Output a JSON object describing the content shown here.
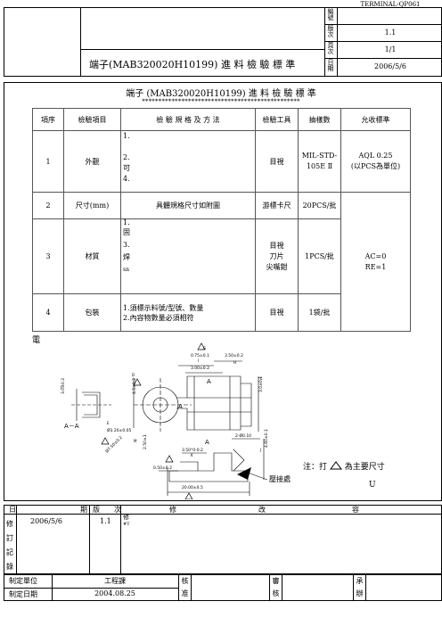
{
  "header": {
    "title": "端子(MAB320020H10199) 進 料 檢 驗 標 準",
    "side_labels": [
      "編號",
      "版次",
      "頁次",
      "日期"
    ],
    "values": [
      "TERMINAL-QP061",
      "1.1",
      "1/1",
      "2006/5/6"
    ]
  },
  "doc": {
    "subtitle": "端子 (MAB320020H10199) 進 料 檢 驗 標 準",
    "stars": "************************************************"
  },
  "table": {
    "headers": [
      "項序",
      "檢驗項目",
      "檢 驗 規 格 及 方 法",
      "檢驗工具",
      "抽樣數",
      "允收標準"
    ],
    "rows": [
      {
        "no": "1",
        "item": "外觀",
        "spec": [
          "1.",
          "2.",
          "可",
          "4."
        ],
        "tool": [
          "目視"
        ],
        "sample": "MIL-STD-105E Ⅱ"
      },
      {
        "no": "2",
        "item": "尺寸(mm)",
        "spec": [
          "具體規格尺寸如附圖"
        ],
        "tool": [
          "游標卡尺"
        ],
        "sample": "20PCS/批"
      },
      {
        "no": "3",
        "item": "材質",
        "spec": [
          "1.",
          "固",
          "3.",
          "焊",
          "sn"
        ],
        "tool": [
          "目視",
          "刀片",
          "尖嘴鉗"
        ],
        "sample": "1PCS/批"
      },
      {
        "no": "4",
        "item": "包裝",
        "spec": [
          "1.須標示料號/型號、數量",
          "2.內容物數量必須相符"
        ],
        "tool": [
          "目視"
        ],
        "sample": "1袋/批"
      }
    ],
    "accept_1": [
      "AQL 0.25",
      "(以PCS為單位)"
    ],
    "accept_2": [
      "AC=0",
      "RE=1"
    ]
  },
  "drawing": {
    "label_e": "電",
    "section": "A－A",
    "dims": [
      "3.0±0.2",
      "4.5±0.2",
      "Ø3.20±0.05",
      "0.75±0.1",
      "3.00±0.2",
      "3.50±0.2",
      "3.0±0.1",
      "Ø7.50±0.2",
      "2.50±1",
      "3.50°0-0.2",
      "2-Ø0.10",
      "4.60±0.1",
      "0.50±0.2",
      "20.00±0.5"
    ],
    "letters": [
      "D",
      "E",
      "F",
      "G",
      "H",
      "I",
      "J",
      "K",
      "L",
      "M",
      "A",
      "A",
      "A"
    ],
    "crimp": "壓接處",
    "note_prefix": "注：打",
    "note_suffix": "為主要尺寸",
    "mark": "U"
  },
  "revision": {
    "headers": [
      "日",
      "期",
      "版",
      "次",
      "修",
      "改",
      "容"
    ],
    "side": [
      "修",
      "訂",
      "記",
      "錄"
    ],
    "date": "2006/5/6",
    "version": "1.1",
    "content": [
      "修",
      "#T"
    ]
  },
  "footer": {
    "unit_label": "制定單位",
    "unit_value": "工程課",
    "date_label": "制定日期",
    "date_value": "2004.08.25",
    "sign1": [
      "核",
      "准"
    ],
    "sign2": [
      "審",
      "核"
    ],
    "sign3": [
      "承",
      "辦"
    ]
  }
}
